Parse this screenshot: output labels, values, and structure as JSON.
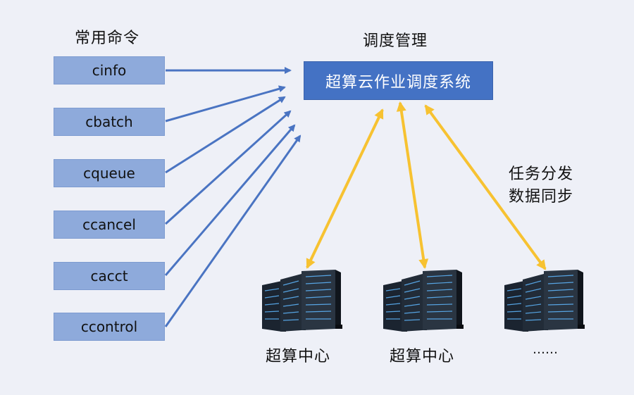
{
  "left_title": "常用命令",
  "sched_title": "调度管理",
  "commands": [
    "cinfo",
    "cbatch",
    "cqueue",
    "ccancel",
    "cacct",
    "ccontrol"
  ],
  "scheduler_box": "超算云作业调度系统",
  "note_line1": "任务分发",
  "note_line2": "数据同步",
  "centers": [
    "超算中心",
    "超算中心",
    "……"
  ],
  "colors": {
    "background": "#eef0f7",
    "command_box": "#8eaadb",
    "scheduler_box": "#4472c4",
    "blue_arrow": "#4a74c2",
    "yellow_arrow": "#f7c231"
  },
  "icons": [
    "server-rack-icon"
  ]
}
